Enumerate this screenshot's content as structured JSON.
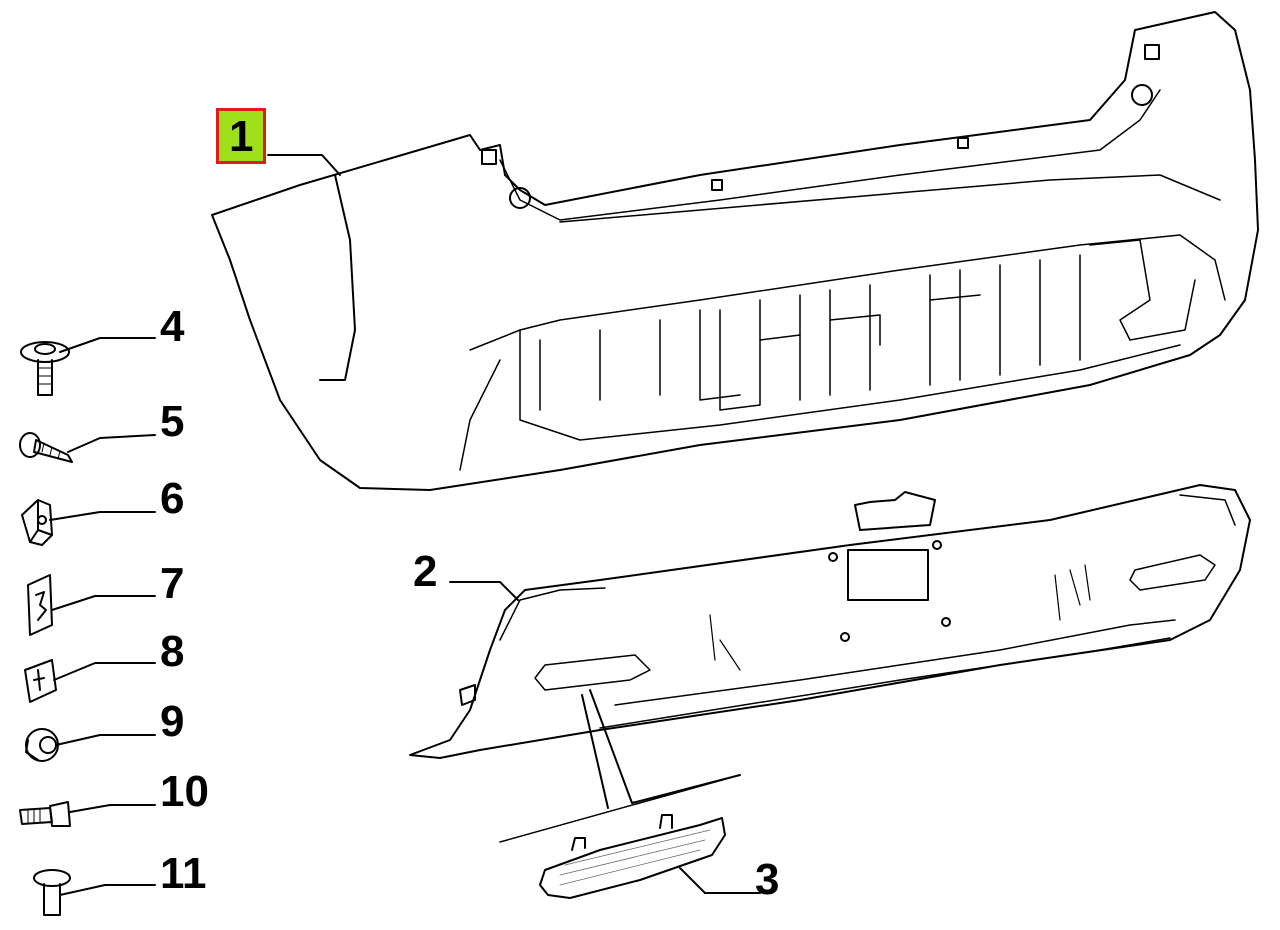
{
  "callouts": {
    "c1": "1",
    "c2": "2",
    "c3": "3",
    "c4": "4",
    "c5": "5",
    "c6": "6",
    "c7": "7",
    "c8": "8",
    "c9": "9",
    "c10": "10",
    "c11": "11"
  },
  "colors": {
    "highlight_fill": "#9fe01a",
    "highlight_border": "#e01b1b",
    "line": "#000000"
  },
  "highlighted_part": "1"
}
